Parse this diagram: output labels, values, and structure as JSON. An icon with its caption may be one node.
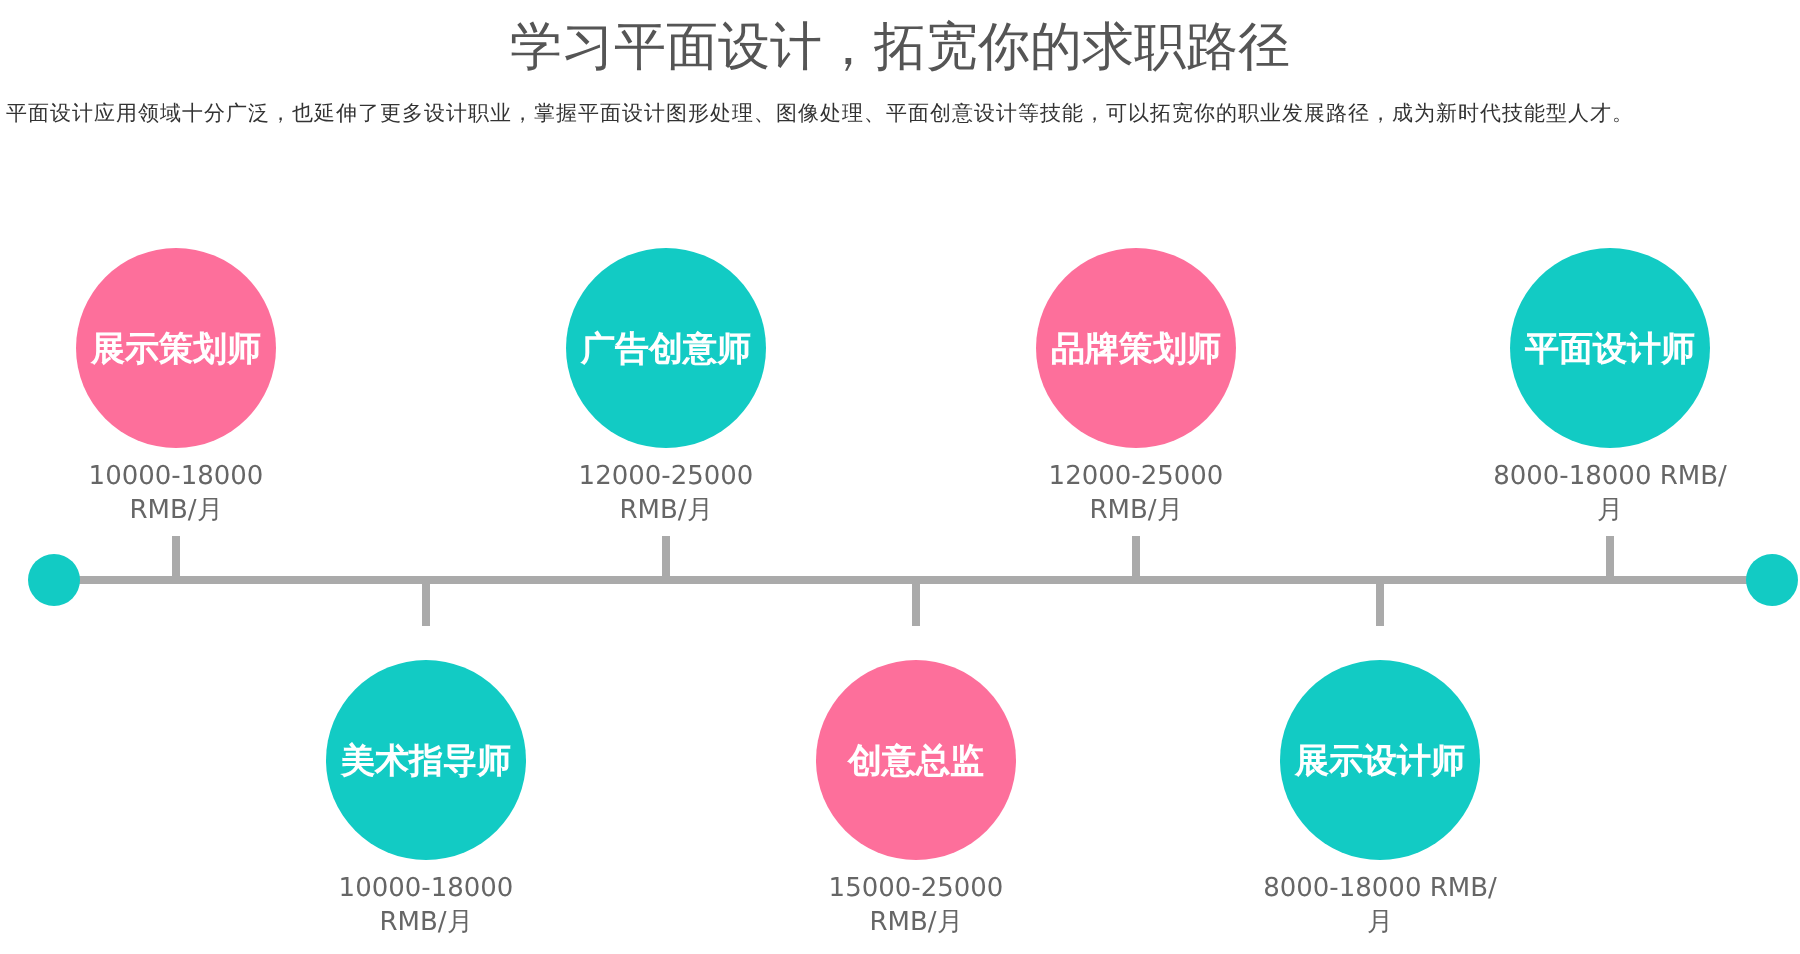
{
  "diagram": {
    "title": "学习平面设计，拓宽你的求职路径",
    "nodes": [
      {
        "text": [
          "展示策划师"
        ],
        "beside": [
          "10000-18000 RMB/月"
        ]
      },
      {
        "text": [
          "美术指导师"
        ],
        "beside": [
          "10000-18000 RMB/月"
        ]
      },
      {
        "text": [
          "广告创意师"
        ],
        "beside": [
          "12000-25000 RMB/月"
        ]
      },
      {
        "text": [
          "创意总监"
        ],
        "beside": [
          "15000-25000 RMB/月"
        ]
      },
      {
        "text": [
          "品牌策划师"
        ],
        "beside": [
          "12000-25000 RMB/月"
        ]
      },
      {
        "text": [
          "展示设计师"
        ],
        "beside": [
          "8000-18000 RMB/月"
        ]
      },
      {
        "text": [
          "平面设计师"
        ],
        "beside": [
          "8000-18000 RMB/月"
        ]
      }
    ],
    "labels": [
      "平面设计应用领域十分广泛，也延伸了更多设计职业，掌握平面设计图形处理、图像处理、平面创意设计等技能，可以拓宽你的职业发展路径，成为新时代技能型人才。"
    ]
  }
}
